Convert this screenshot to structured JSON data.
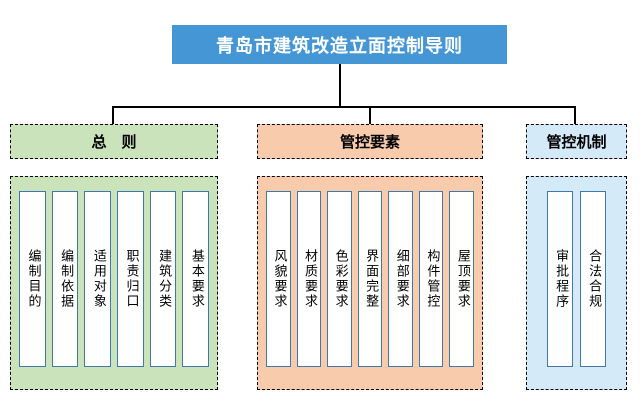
{
  "title": "青岛市建筑改造立面控制导则",
  "branches": [
    {
      "label": "总　则",
      "fill": "#CAE3BA",
      "items": [
        "编制目的",
        "编制依据",
        "适用对象",
        "职责归口",
        "建筑分类",
        "基本要求"
      ]
    },
    {
      "label": "管控要素",
      "fill": "#F8CBAD",
      "items": [
        "风貌要求",
        "材质要求",
        "色彩要求",
        "界面完整",
        "细部要求",
        "构件管控",
        "屋顶要求"
      ]
    },
    {
      "label": "管控机制",
      "fill": "#D5EAF8",
      "items": [
        "审批程序",
        "合法合规"
      ]
    }
  ],
  "colors": {
    "title_bg": "#4497D4",
    "title_text": "#FFFFFF",
    "connector": "#000000",
    "item_border": "#3E78AC",
    "item_bg": "#FFFFFF",
    "dashed_border": "#000000"
  }
}
